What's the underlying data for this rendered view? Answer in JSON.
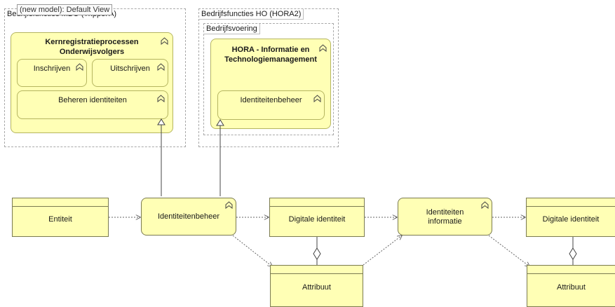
{
  "tooltip": "(new model): Default View",
  "groups": {
    "mbo": "Bedrijfsfuncties MBO (Trippel A)",
    "ho": "Bedrijfsfuncties HO (HORA2)",
    "bedrijfsvoering": "Bedrijfsvoering"
  },
  "functions": {
    "kern": "Kernregistratieprocessen Onderwijsvolgers",
    "inschrijven": "Inschrijven",
    "uitschrijven": "Uitschrijven",
    "beheren": "Beheren identiteiten",
    "hora": "HORA - Informatie en Technologiemanagement",
    "idbeheer_top": "Identiteitenbeheer",
    "idbeheer": "Identiteitenbeheer",
    "idinfo": "Identiteiten informatie"
  },
  "objects": {
    "entiteit": "Entiteit",
    "digitale1": "Digitale identiteit",
    "attribuut1": "Attribuut",
    "digitale2": "Digitale identiteit",
    "attribuut2": "Attribuut"
  },
  "icons": {
    "function": "function-chevron-icon"
  },
  "colors": {
    "element_fill": "#ffffb5",
    "element_border": "#b5b560",
    "line": "#555555"
  }
}
